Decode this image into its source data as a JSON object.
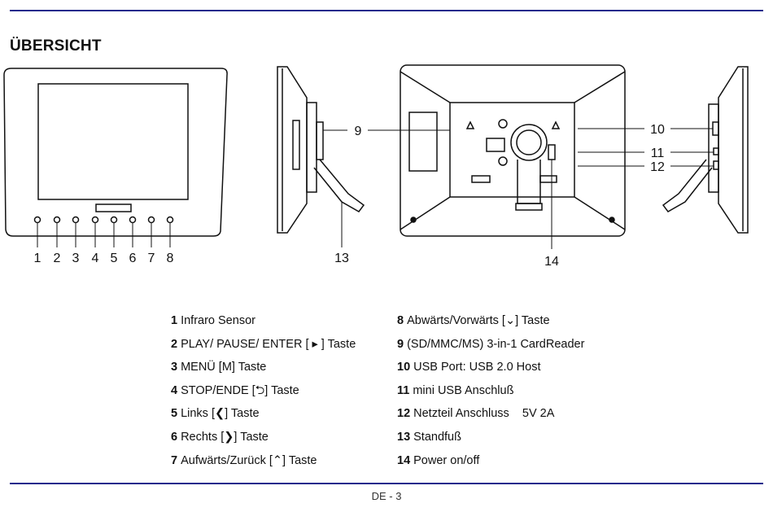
{
  "header": {
    "title": "ÜBERSICHT"
  },
  "front_labels": [
    "1",
    "2",
    "3",
    "4",
    "5",
    "6",
    "7",
    "8"
  ],
  "callouts": {
    "c9": "9",
    "c10": "10",
    "c11": "11",
    "c12": "12",
    "c13": "13",
    "c14": "14"
  },
  "legend_left": [
    {
      "num": "1",
      "text": "Infraro Sensor"
    },
    {
      "num": "2",
      "text": "PLAY/ PAUSE/ ENTER [ ▸ ] Taste"
    },
    {
      "num": "3",
      "text": "MENÜ [M] Taste"
    },
    {
      "num": "4",
      "text": "STOP/ENDE [⮌] Taste"
    },
    {
      "num": "5",
      "text": "Links [❮] Taste"
    },
    {
      "num": "6",
      "text": "Rechts [❯] Taste"
    },
    {
      "num": "7",
      "text": "Aufwärts/Zurück [⌃] Taste"
    }
  ],
  "legend_right": [
    {
      "num": "8",
      "text": "Abwärts/Vorwärts [⌄] Taste"
    },
    {
      "num": "9",
      "text": "(SD/MMC/MS) 3-in-1 CardReader"
    },
    {
      "num": "10",
      "text": "USB Port: USB 2.0 Host"
    },
    {
      "num": "11",
      "text": "mini USB Anschluß"
    },
    {
      "num": "12",
      "text": "Netzteil Anschluss    5V 2A"
    },
    {
      "num": "13",
      "text": "Standfuß"
    },
    {
      "num": "14",
      "text": "Power on/off"
    }
  ],
  "footer": {
    "page": "DE - 3"
  }
}
